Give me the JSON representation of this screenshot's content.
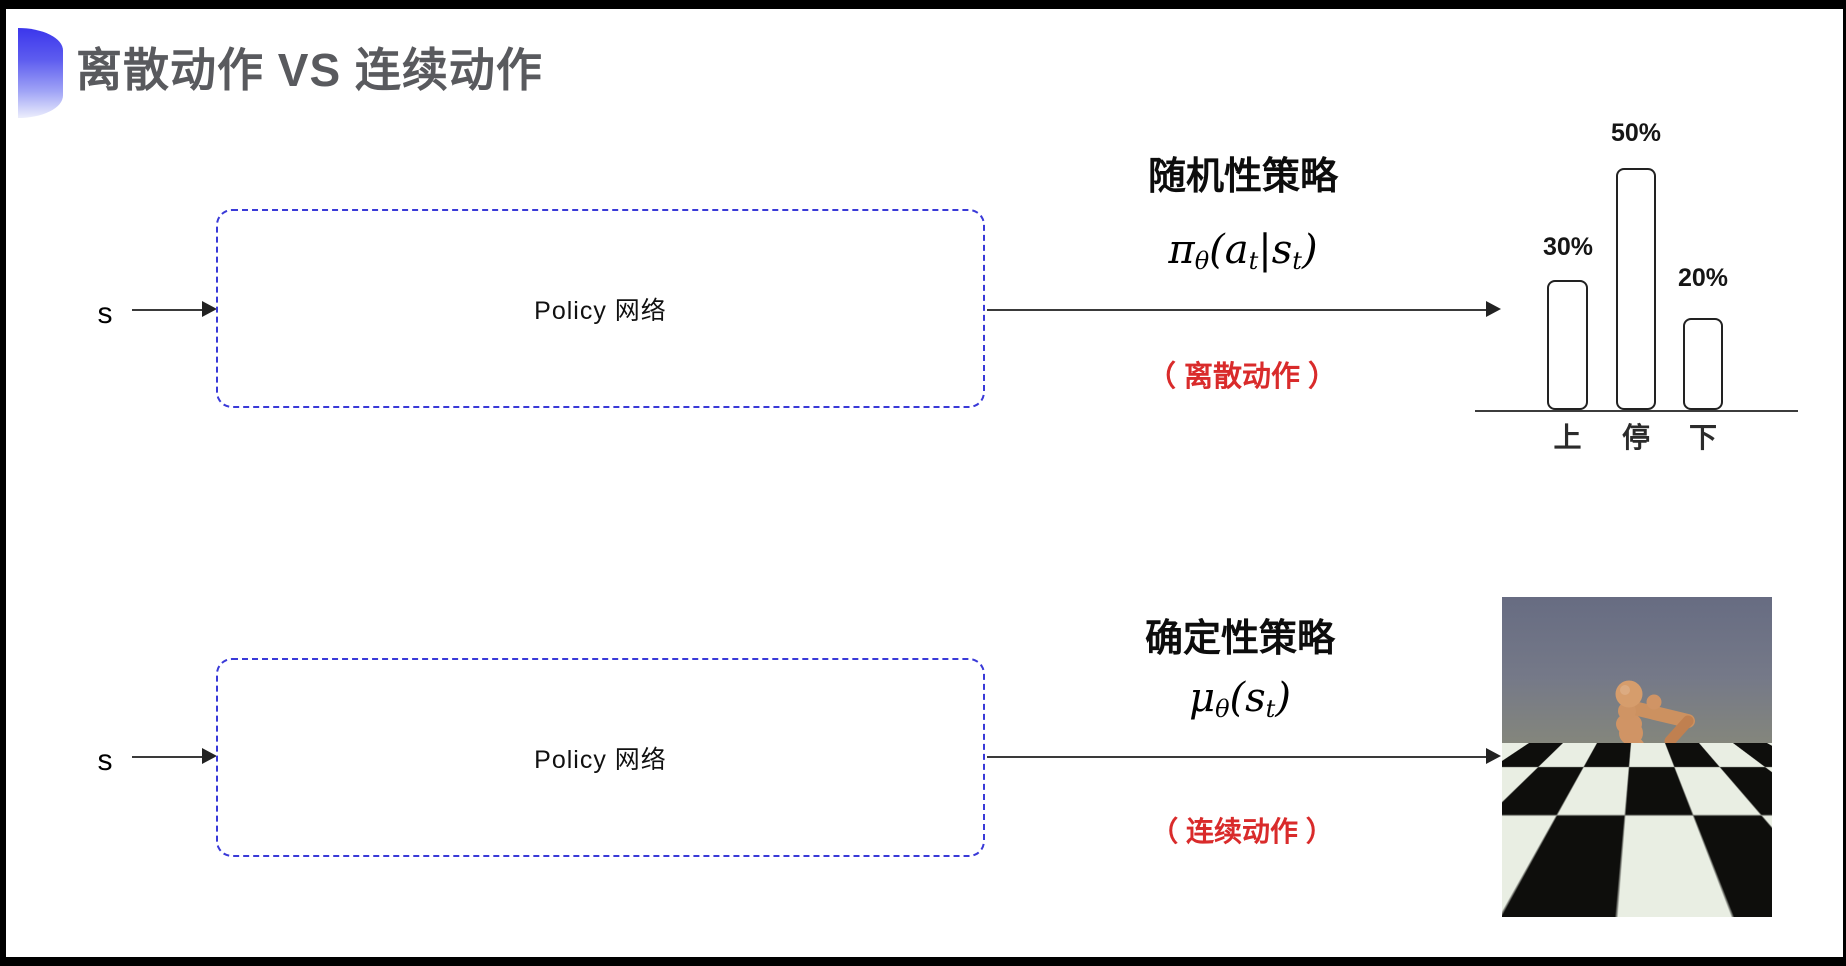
{
  "slide": {
    "title": "离散动作 VS 连续动作"
  },
  "top_row": {
    "input_label": "s",
    "box_label": "Policy 网络",
    "policy_label": "随机性策略",
    "formula": {
      "f1": "π",
      "s1": "θ",
      "f2": "(a",
      "s2": "t",
      "f3": "|s",
      "s3": "t",
      "f4": ")"
    },
    "action_note": "（ 离散动作 ）",
    "chart": {
      "type": "bar",
      "title": "",
      "categories": [
        "上",
        "停",
        "下"
      ],
      "values_pct": [
        30,
        50,
        20
      ],
      "bars": [
        {
          "value": "30%",
          "label": "上"
        },
        {
          "value": "50%",
          "label": "停"
        },
        {
          "value": "20%",
          "label": "下"
        }
      ]
    }
  },
  "bottom_row": {
    "input_label": "s",
    "box_label": "Policy 网络",
    "policy_label": "确定性策略",
    "formula": {
      "f1": "μ",
      "s1": "θ",
      "f2": "(s",
      "s2": "t",
      "f3": ")"
    },
    "action_note": "（ 连续动作 ）"
  },
  "colors": {
    "box_dash_blue": "#3a3ad8",
    "note_red": "#d92b2b",
    "title_gray": "#595a5e"
  }
}
